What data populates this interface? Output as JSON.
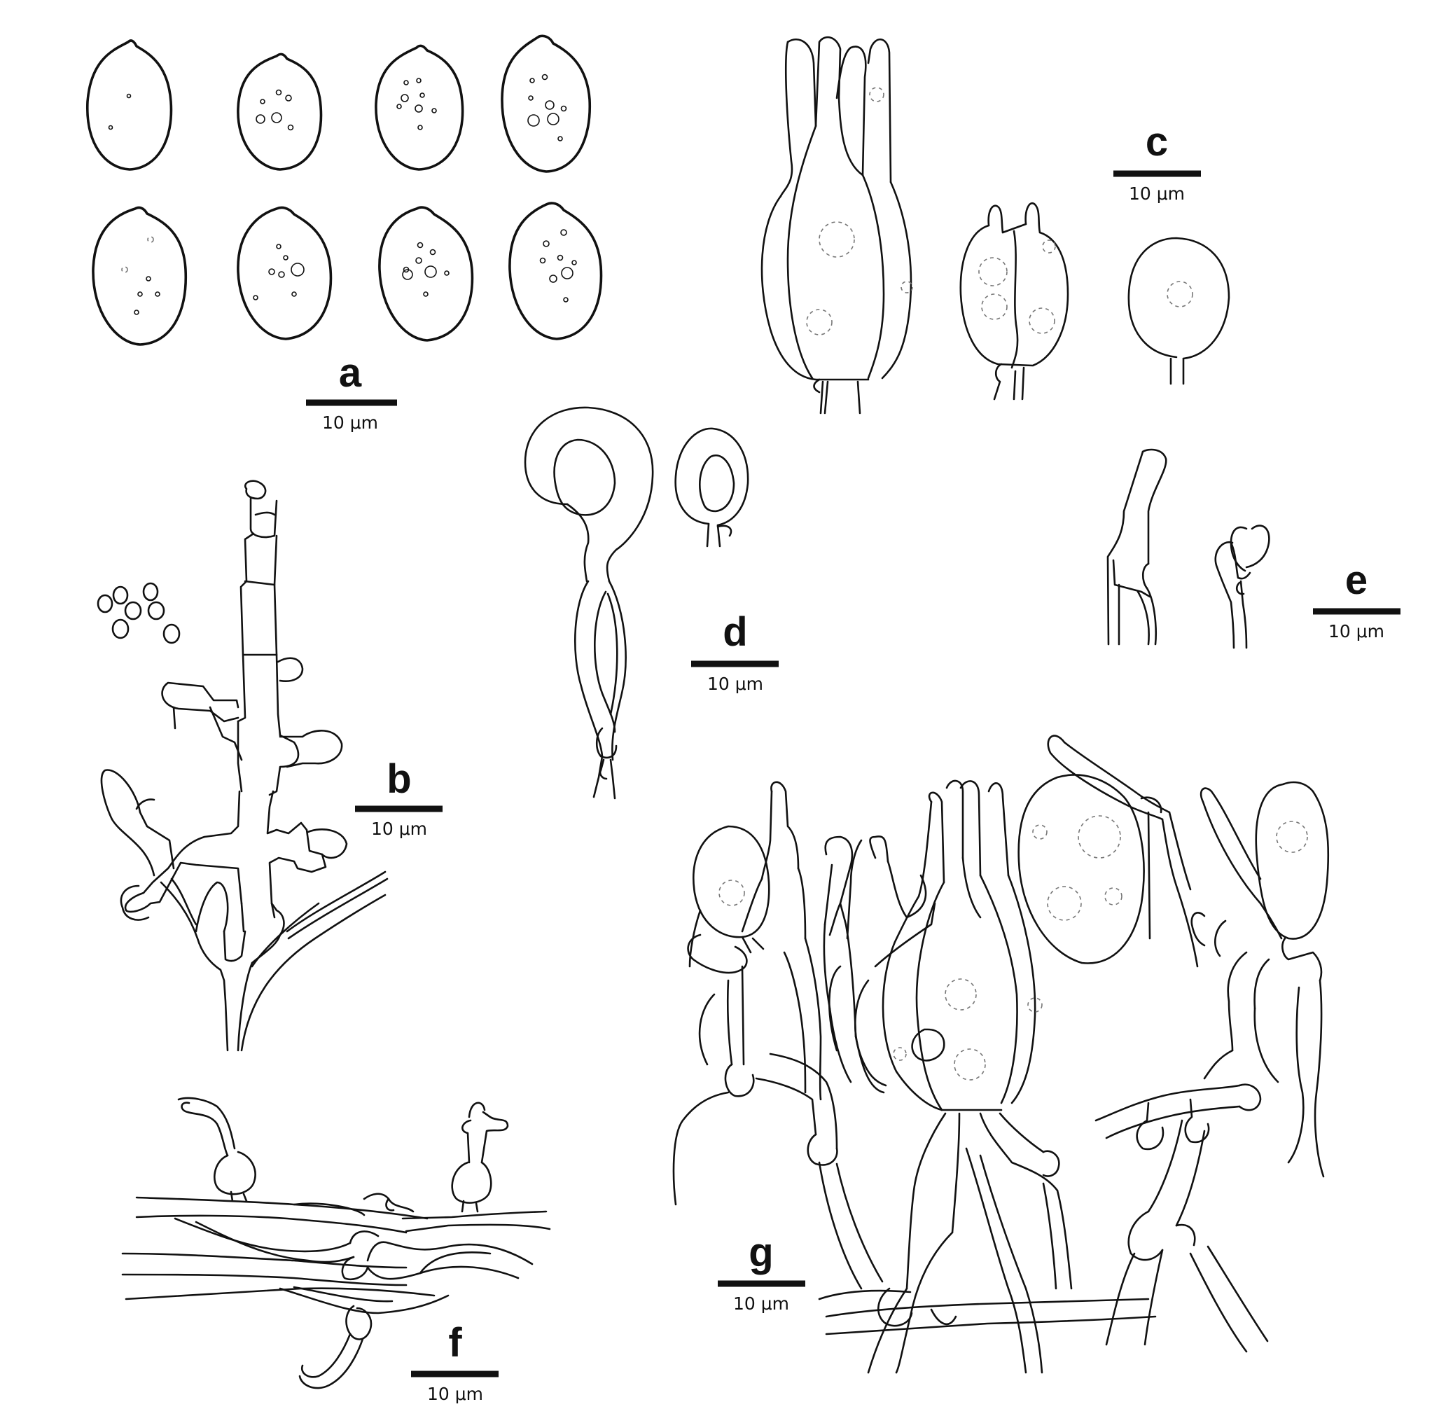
{
  "panels": {
    "a": {
      "label": "a",
      "scale": "10 μm"
    },
    "b": {
      "label": "b",
      "scale": "10 μm"
    },
    "c": {
      "label": "c",
      "scale": "10 μm"
    },
    "d": {
      "label": "d",
      "scale": "10 μm"
    },
    "e": {
      "label": "e",
      "scale": "10 μm"
    },
    "f": {
      "label": "f",
      "scale": "10 μm"
    },
    "g": {
      "label": "g",
      "scale": "10 μm"
    }
  }
}
